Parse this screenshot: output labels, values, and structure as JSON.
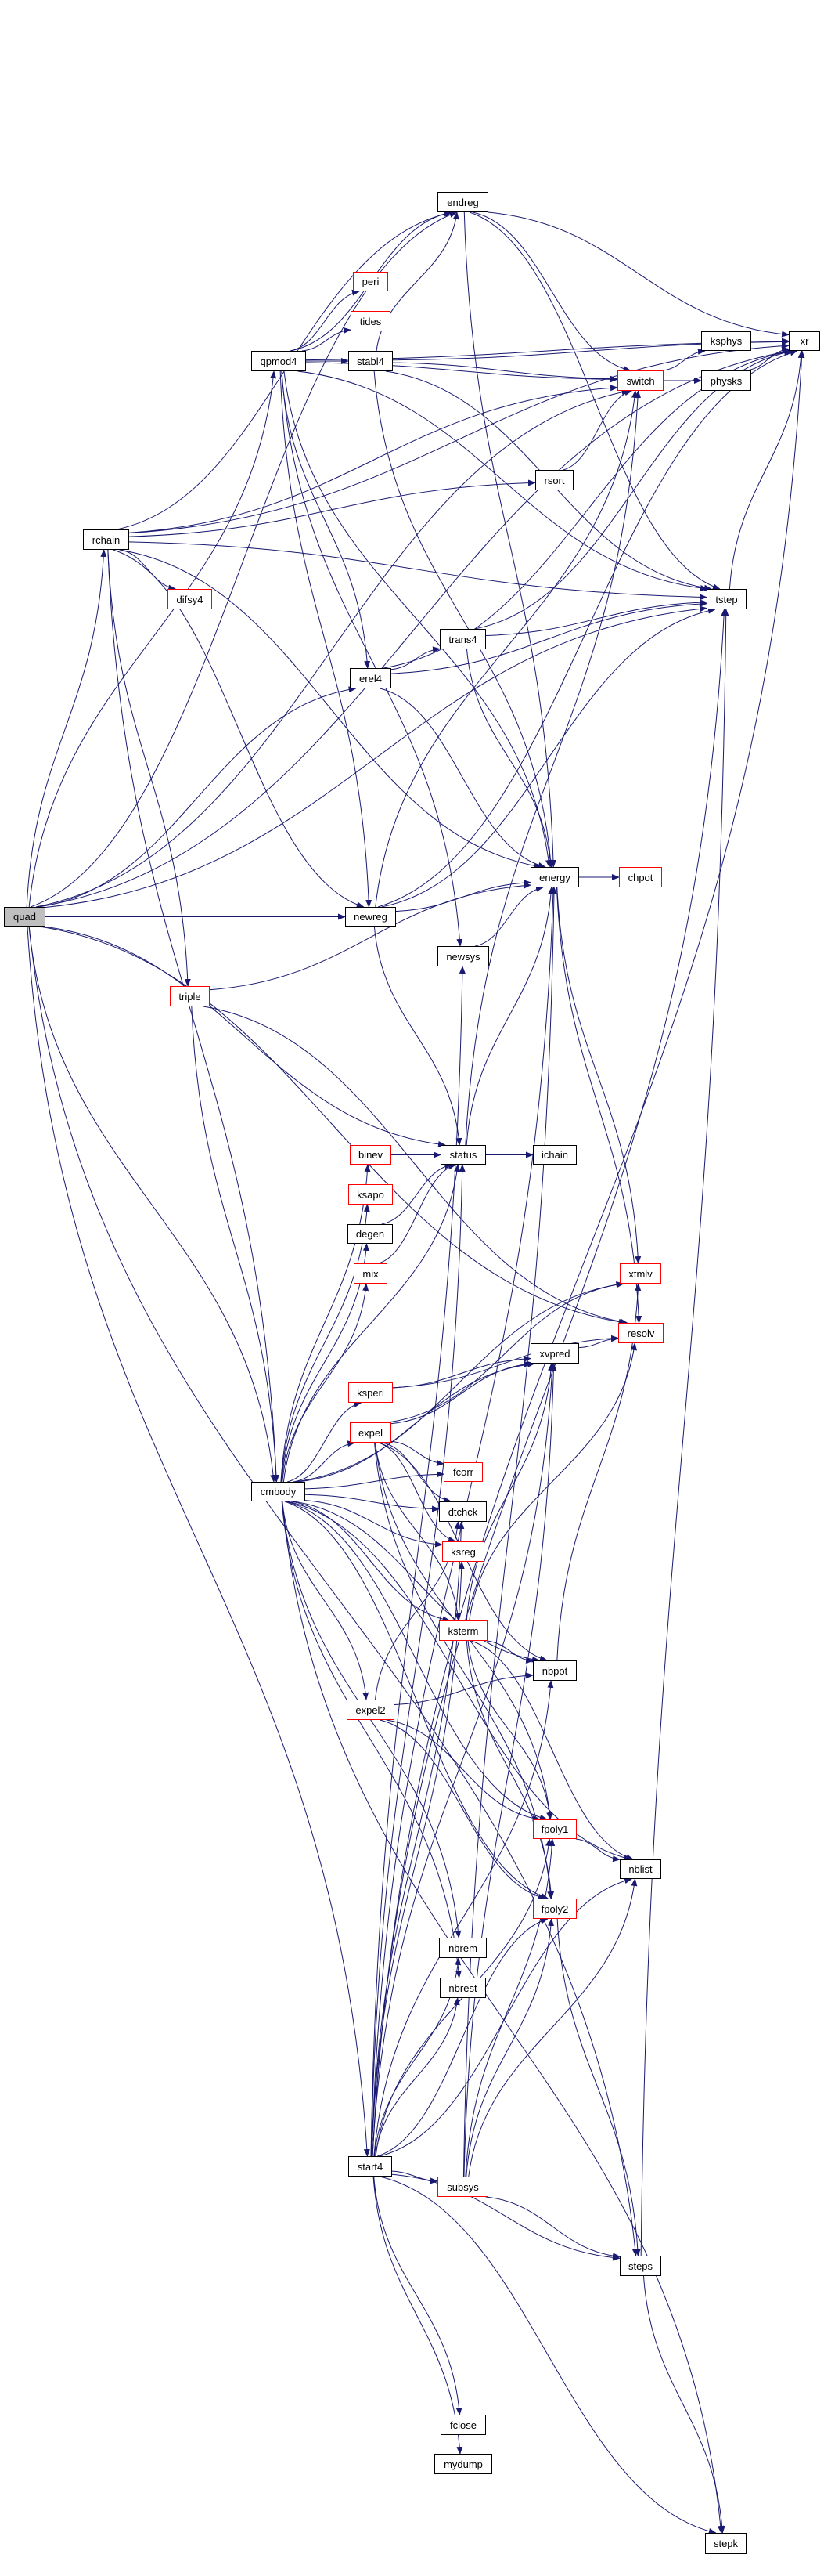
{
  "graph": {
    "type": "call-graph",
    "root": "quad",
    "colors": {
      "edge": "#191970",
      "node_border": "#000000",
      "truncated_border": "#ff0000",
      "root_fill": "#bfbfbf"
    },
    "nodes": [
      {
        "id": "quad",
        "label": "quad",
        "border": "black"
      },
      {
        "id": "rchain",
        "label": "rchain",
        "border": "black"
      },
      {
        "id": "difsy4",
        "label": "difsy4",
        "border": "red"
      },
      {
        "id": "triple",
        "label": "triple",
        "border": "red"
      },
      {
        "id": "qpmod4",
        "label": "qpmod4",
        "border": "black"
      },
      {
        "id": "cmbody",
        "label": "cmbody",
        "border": "black"
      },
      {
        "id": "peri",
        "label": "peri",
        "border": "red"
      },
      {
        "id": "tides",
        "label": "tides",
        "border": "red"
      },
      {
        "id": "stabl4",
        "label": "stabl4",
        "border": "black"
      },
      {
        "id": "erel4",
        "label": "erel4",
        "border": "black"
      },
      {
        "id": "newreg",
        "label": "newreg",
        "border": "black"
      },
      {
        "id": "binev",
        "label": "binev",
        "border": "red"
      },
      {
        "id": "ksapo",
        "label": "ksapo",
        "border": "red"
      },
      {
        "id": "degen",
        "label": "degen",
        "border": "black"
      },
      {
        "id": "mix",
        "label": "mix",
        "border": "red"
      },
      {
        "id": "ksperi",
        "label": "ksperi",
        "border": "red"
      },
      {
        "id": "expel",
        "label": "expel",
        "border": "red"
      },
      {
        "id": "expel2",
        "label": "expel2",
        "border": "red"
      },
      {
        "id": "start4",
        "label": "start4",
        "border": "black"
      },
      {
        "id": "endreg",
        "label": "endreg",
        "border": "black"
      },
      {
        "id": "trans4",
        "label": "trans4",
        "border": "black"
      },
      {
        "id": "newsys",
        "label": "newsys",
        "border": "black"
      },
      {
        "id": "status",
        "label": "status",
        "border": "black"
      },
      {
        "id": "fcorr",
        "label": "fcorr",
        "border": "red"
      },
      {
        "id": "dtchck",
        "label": "dtchck",
        "border": "black"
      },
      {
        "id": "ksreg",
        "label": "ksreg",
        "border": "red"
      },
      {
        "id": "ksterm",
        "label": "ksterm",
        "border": "red"
      },
      {
        "id": "nbrem",
        "label": "nbrem",
        "border": "black"
      },
      {
        "id": "nbrest",
        "label": "nbrest",
        "border": "black"
      },
      {
        "id": "subsys",
        "label": "subsys",
        "border": "red"
      },
      {
        "id": "fclose",
        "label": "fclose",
        "border": "black"
      },
      {
        "id": "mydump",
        "label": "mydump",
        "border": "black"
      },
      {
        "id": "rsort",
        "label": "rsort",
        "border": "black"
      },
      {
        "id": "energy",
        "label": "energy",
        "border": "black"
      },
      {
        "id": "ichain",
        "label": "ichain",
        "border": "black"
      },
      {
        "id": "xvpred",
        "label": "xvpred",
        "border": "black"
      },
      {
        "id": "nbpot",
        "label": "nbpot",
        "border": "black"
      },
      {
        "id": "fpoly1",
        "label": "fpoly1",
        "border": "red"
      },
      {
        "id": "fpoly2",
        "label": "fpoly2",
        "border": "red"
      },
      {
        "id": "switch",
        "label": "switch",
        "border": "red"
      },
      {
        "id": "chpot",
        "label": "chpot",
        "border": "red"
      },
      {
        "id": "xtmlv",
        "label": "xtmlv",
        "border": "red"
      },
      {
        "id": "resolv",
        "label": "resolv",
        "border": "red"
      },
      {
        "id": "nblist",
        "label": "nblist",
        "border": "black"
      },
      {
        "id": "steps",
        "label": "steps",
        "border": "black"
      },
      {
        "id": "ksphys",
        "label": "ksphys",
        "border": "black"
      },
      {
        "id": "physks",
        "label": "physks",
        "border": "black"
      },
      {
        "id": "tstep",
        "label": "tstep",
        "border": "black"
      },
      {
        "id": "stepk",
        "label": "stepk",
        "border": "black"
      },
      {
        "id": "xr",
        "label": "xr",
        "border": "black"
      }
    ],
    "edges": [
      [
        "quad",
        "xr"
      ],
      [
        "quad",
        "switch"
      ],
      [
        "quad",
        "endreg"
      ],
      [
        "quad",
        "qpmod4"
      ],
      [
        "quad",
        "rchain"
      ],
      [
        "quad",
        "erel4"
      ],
      [
        "quad",
        "newreg"
      ],
      [
        "quad",
        "status"
      ],
      [
        "quad",
        "cmbody"
      ],
      [
        "quad",
        "start4"
      ],
      [
        "quad",
        "steps"
      ],
      [
        "quad",
        "tstep"
      ],
      [
        "quad",
        "resolv"
      ],
      [
        "rchain",
        "endreg"
      ],
      [
        "rchain",
        "xr"
      ],
      [
        "rchain",
        "switch"
      ],
      [
        "rchain",
        "rsort"
      ],
      [
        "rchain",
        "tstep"
      ],
      [
        "rchain",
        "difsy4"
      ],
      [
        "rchain",
        "triple"
      ],
      [
        "rchain",
        "energy"
      ],
      [
        "rchain",
        "newreg"
      ],
      [
        "rchain",
        "cmbody"
      ],
      [
        "qpmod4",
        "peri"
      ],
      [
        "qpmod4",
        "tides"
      ],
      [
        "qpmod4",
        "stabl4"
      ],
      [
        "qpmod4",
        "endreg"
      ],
      [
        "qpmod4",
        "xr"
      ],
      [
        "qpmod4",
        "switch"
      ],
      [
        "qpmod4",
        "tstep"
      ],
      [
        "qpmod4",
        "erel4"
      ],
      [
        "qpmod4",
        "energy"
      ],
      [
        "qpmod4",
        "newreg"
      ],
      [
        "qpmod4",
        "newsys"
      ],
      [
        "stabl4",
        "endreg"
      ],
      [
        "stabl4",
        "xr"
      ],
      [
        "stabl4",
        "switch"
      ],
      [
        "stabl4",
        "tstep"
      ],
      [
        "stabl4",
        "energy"
      ],
      [
        "endreg",
        "xr"
      ],
      [
        "endreg",
        "switch"
      ],
      [
        "endreg",
        "tstep"
      ],
      [
        "endreg",
        "energy"
      ],
      [
        "switch",
        "ksphys"
      ],
      [
        "switch",
        "physks"
      ],
      [
        "ksphys",
        "xr"
      ],
      [
        "physks",
        "xr"
      ],
      [
        "rsort",
        "switch"
      ],
      [
        "trans4",
        "tstep"
      ],
      [
        "trans4",
        "xr"
      ],
      [
        "trans4",
        "energy"
      ],
      [
        "erel4",
        "trans4"
      ],
      [
        "erel4",
        "energy"
      ],
      [
        "erel4",
        "tstep"
      ],
      [
        "erel4",
        "xr"
      ],
      [
        "newreg",
        "energy"
      ],
      [
        "newreg",
        "switch"
      ],
      [
        "newreg",
        "status"
      ],
      [
        "newreg",
        "xr"
      ],
      [
        "newreg",
        "tstep"
      ],
      [
        "newsys",
        "energy"
      ],
      [
        "triple",
        "energy"
      ],
      [
        "triple",
        "cmbody"
      ],
      [
        "triple",
        "resolv"
      ],
      [
        "energy",
        "chpot"
      ],
      [
        "energy",
        "xtmlv"
      ],
      [
        "energy",
        "resolv"
      ],
      [
        "status",
        "ichain"
      ],
      [
        "status",
        "switch"
      ],
      [
        "status",
        "energy"
      ],
      [
        "binev",
        "status"
      ],
      [
        "degen",
        "status"
      ],
      [
        "mix",
        "status"
      ],
      [
        "cmbody",
        "binev"
      ],
      [
        "cmbody",
        "ksapo"
      ],
      [
        "cmbody",
        "degen"
      ],
      [
        "cmbody",
        "mix"
      ],
      [
        "cmbody",
        "ksperi"
      ],
      [
        "cmbody",
        "expel"
      ],
      [
        "cmbody",
        "fcorr"
      ],
      [
        "cmbody",
        "dtchck"
      ],
      [
        "cmbody",
        "ksreg"
      ],
      [
        "cmbody",
        "ksterm"
      ],
      [
        "cmbody",
        "nbpot"
      ],
      [
        "cmbody",
        "expel2"
      ],
      [
        "cmbody",
        "fpoly1"
      ],
      [
        "cmbody",
        "nblist"
      ],
      [
        "cmbody",
        "fpoly2"
      ],
      [
        "cmbody",
        "nbrem"
      ],
      [
        "cmbody",
        "nbrest"
      ],
      [
        "cmbody",
        "xvpred"
      ],
      [
        "cmbody",
        "status"
      ],
      [
        "cmbody",
        "xtmlv"
      ],
      [
        "cmbody",
        "stepk"
      ],
      [
        "ksperi",
        "xvpred"
      ],
      [
        "ksperi",
        "resolv"
      ],
      [
        "expel",
        "xvpred"
      ],
      [
        "expel",
        "fcorr"
      ],
      [
        "expel",
        "dtchck"
      ],
      [
        "expel",
        "ksreg"
      ],
      [
        "expel",
        "ksterm"
      ],
      [
        "expel",
        "fpoly1"
      ],
      [
        "expel",
        "fpoly2"
      ],
      [
        "expel",
        "nbpot"
      ],
      [
        "expel",
        "xtmlv"
      ],
      [
        "ksterm",
        "xvpred"
      ],
      [
        "ksterm",
        "resolv"
      ],
      [
        "ksterm",
        "nbpot"
      ],
      [
        "ksterm",
        "fpoly1"
      ],
      [
        "ksterm",
        "fpoly2"
      ],
      [
        "ksterm",
        "nblist"
      ],
      [
        "nbpot",
        "xtmlv"
      ],
      [
        "xvpred",
        "resolv"
      ],
      [
        "expel2",
        "dtchck"
      ],
      [
        "expel2",
        "nbpot"
      ],
      [
        "expel2",
        "fpoly1"
      ],
      [
        "expel2",
        "fpoly2"
      ],
      [
        "fpoly1",
        "nblist"
      ],
      [
        "fpoly2",
        "steps"
      ],
      [
        "start4",
        "nbrem"
      ],
      [
        "start4",
        "nbrest"
      ],
      [
        "start4",
        "subsys"
      ],
      [
        "start4",
        "steps"
      ],
      [
        "start4",
        "stepk"
      ],
      [
        "start4",
        "fclose"
      ],
      [
        "start4",
        "mydump"
      ],
      [
        "start4",
        "ksreg"
      ],
      [
        "start4",
        "dtchck"
      ],
      [
        "start4",
        "newsys"
      ],
      [
        "start4",
        "energy"
      ],
      [
        "start4",
        "xvpred"
      ],
      [
        "start4",
        "fpoly1"
      ],
      [
        "start4",
        "fpoly2"
      ],
      [
        "start4",
        "nblist"
      ],
      [
        "start4",
        "nbpot"
      ],
      [
        "start4",
        "tstep"
      ],
      [
        "start4",
        "xr"
      ],
      [
        "start4",
        "status"
      ],
      [
        "subsys",
        "steps"
      ],
      [
        "subsys",
        "fpoly1"
      ],
      [
        "subsys",
        "fpoly2"
      ],
      [
        "subsys",
        "xvpred"
      ],
      [
        "subsys",
        "energy"
      ],
      [
        "subsys",
        "nblist"
      ],
      [
        "steps",
        "stepk"
      ],
      [
        "steps",
        "tstep"
      ],
      [
        "tstep",
        "xr"
      ]
    ]
  }
}
